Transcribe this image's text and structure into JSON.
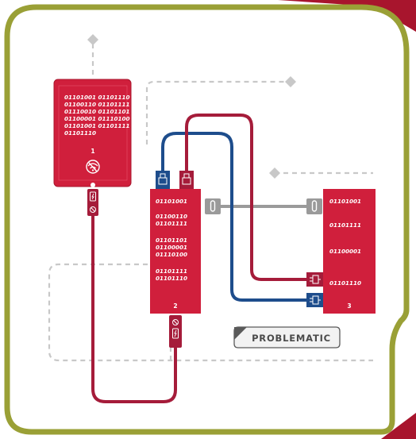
{
  "colors": {
    "frame": "#9aa036",
    "device": "#d01f3c",
    "device_dark": "#a8152d",
    "cable_red": "#a51c3a",
    "cable_blue": "#1e4d8c",
    "cable_gray": "#9a9a9a",
    "dash": "#c8c8c8",
    "badge_bg": "#f2f2f2",
    "badge_text": "#4a4a4a"
  },
  "tablet": {
    "lines": [
      "01101001 01101110",
      "01100110 01101111",
      "01110010 01101101",
      "01100001 01110100",
      "01101001 01101111",
      "01101110"
    ],
    "number": "1"
  },
  "device2": {
    "lines": [
      "01101001",
      "01100110",
      "01101111",
      "01101101",
      "01100001",
      "01110100",
      "01101111",
      "01101110"
    ],
    "number": "2"
  },
  "device3": {
    "lines": [
      "01101001",
      "01101111",
      "01100001",
      "01101110"
    ],
    "number": "3"
  },
  "badge": {
    "label": "PROBLEMATIC"
  },
  "icons": {
    "wifi_off": "wifi-off-icon",
    "usb_plug": "usb-plug-icon",
    "power_plug": "power-plug-icon",
    "blocked": "blocked-icon",
    "charge": "charging-icon",
    "cable_port": "cable-port-icon"
  }
}
